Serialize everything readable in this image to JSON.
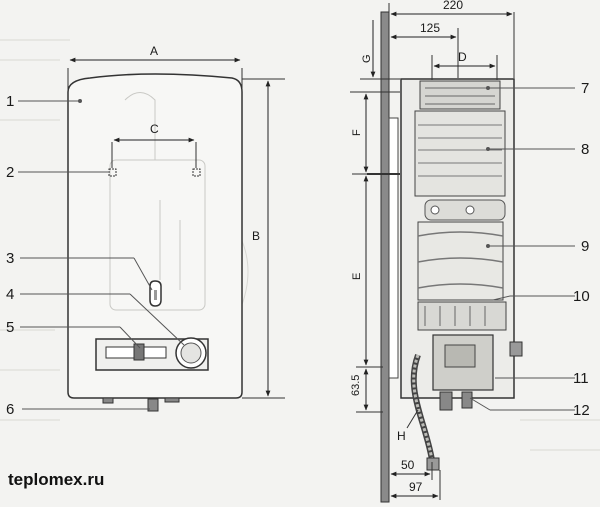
{
  "front_view": {
    "callouts": [
      "1",
      "2",
      "3",
      "4",
      "5",
      "6"
    ],
    "dim_labels": {
      "a": "A",
      "b": "B",
      "c": "C"
    }
  },
  "side_view": {
    "callouts": [
      "7",
      "8",
      "9",
      "10",
      "11",
      "12"
    ],
    "dim_labels": {
      "total_width": "220",
      "offset_125": "125",
      "d": "D",
      "g": "G",
      "f": "F",
      "e": "E",
      "h": "H",
      "height_63_5": "63.5",
      "bottom_50": "50",
      "bottom_97": "97"
    }
  },
  "watermark": "teplomex.ru"
}
